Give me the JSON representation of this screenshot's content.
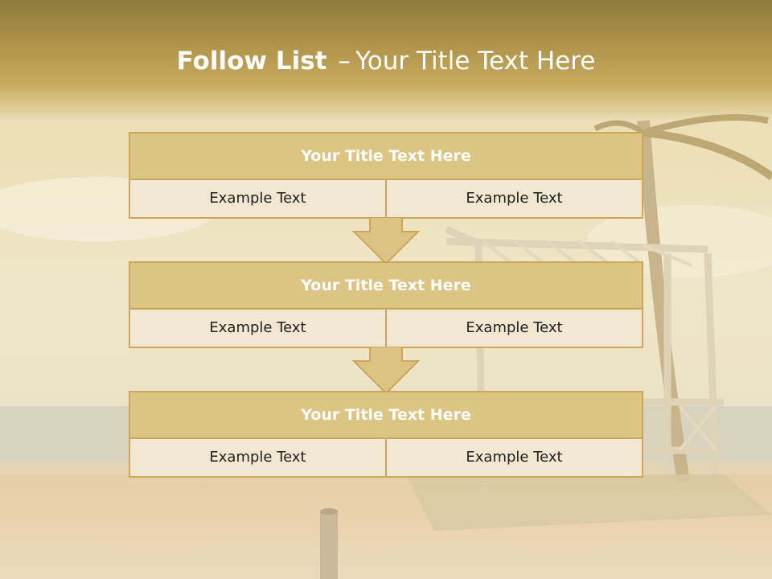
{
  "slide": {
    "title_strong": "Follow List",
    "title_dash": "–",
    "title_rest": "Your Title Text Here"
  },
  "colors": {
    "header_top": "#8f7a3e",
    "header_bottom": "#c7aa5c",
    "block_border": "#c9a85a",
    "block_head": "#dbc380",
    "block_cell": "#f1e8d2",
    "arrow_fill": "#dcc384"
  },
  "blocks": [
    {
      "title": "Your Title Text Here",
      "left": "Example Text",
      "right": "Example Text"
    },
    {
      "title": "Your Title Text Here",
      "left": "Example Text",
      "right": "Example Text"
    },
    {
      "title": "Your Title Text Here",
      "left": "Example Text",
      "right": "Example Text"
    }
  ]
}
